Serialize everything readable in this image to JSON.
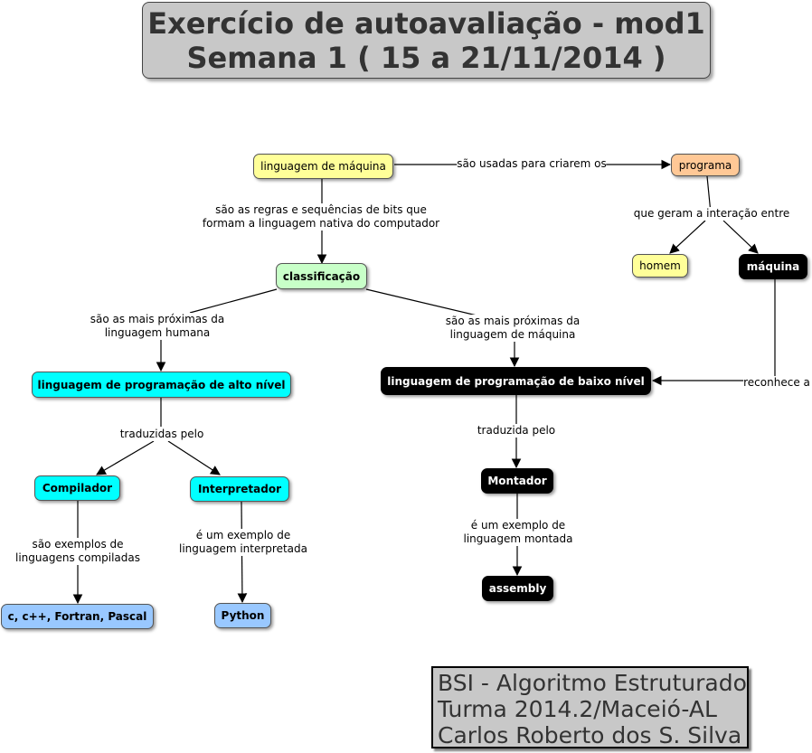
{
  "title": {
    "line1": "Exercício de autoavaliação - mod1",
    "line2": "Semana 1 ( 15 a 21/11/2014 )"
  },
  "nodes": {
    "linguagem_de_maquina": "linguagem de máquina",
    "programa": "programa",
    "classificacao": "classificação",
    "homem": "homem",
    "maquina": "máquina",
    "alto_nivel": "linguagem de programação de alto nível",
    "baixo_nivel": "linguagem de programação de baixo nível",
    "compilador": "Compilador",
    "interpretador": "Interpretador",
    "montador": "Montador",
    "compiladas_exemplos": "c, c++, Fortran, Pascal",
    "python": "Python",
    "assembly": "assembly"
  },
  "links": {
    "sao_usadas": "são usadas para criarem os",
    "regras_1": "são as regras e sequências de bits que",
    "regras_2": "formam a linguagem nativa do computador",
    "geram": "que geram a interação entre",
    "humana_1": "são as mais próximas da",
    "humana_2": "linguagem humana",
    "maquina_1": "são as mais próximas da",
    "maquina_2": "linguagem de máquina",
    "reconhece": "reconhece a",
    "traduzidas": "traduzidas pelo",
    "traduzida": "traduzida pelo",
    "compiladas_1": "são exemplos de",
    "compiladas_2": "linguagens compiladas",
    "interpretada_1": "é um exemplo de",
    "interpretada_2": "linguagem interpretada",
    "montada_1": "é um exemplo de",
    "montada_2": "linguagem montada"
  },
  "credit": {
    "line1": "BSI - Algoritmo Estruturado",
    "line2": "Turma 2014.2/Maceió-AL",
    "line3": "Carlos Roberto dos S. Silva"
  },
  "colors": {
    "yellow": "#ffff99",
    "orange": "#ffc896",
    "green": "#c8ffc8",
    "cyan": "#00ffff",
    "blue": "#99c8ff",
    "black": "#000000",
    "title_gray": "#c8c8c8"
  }
}
